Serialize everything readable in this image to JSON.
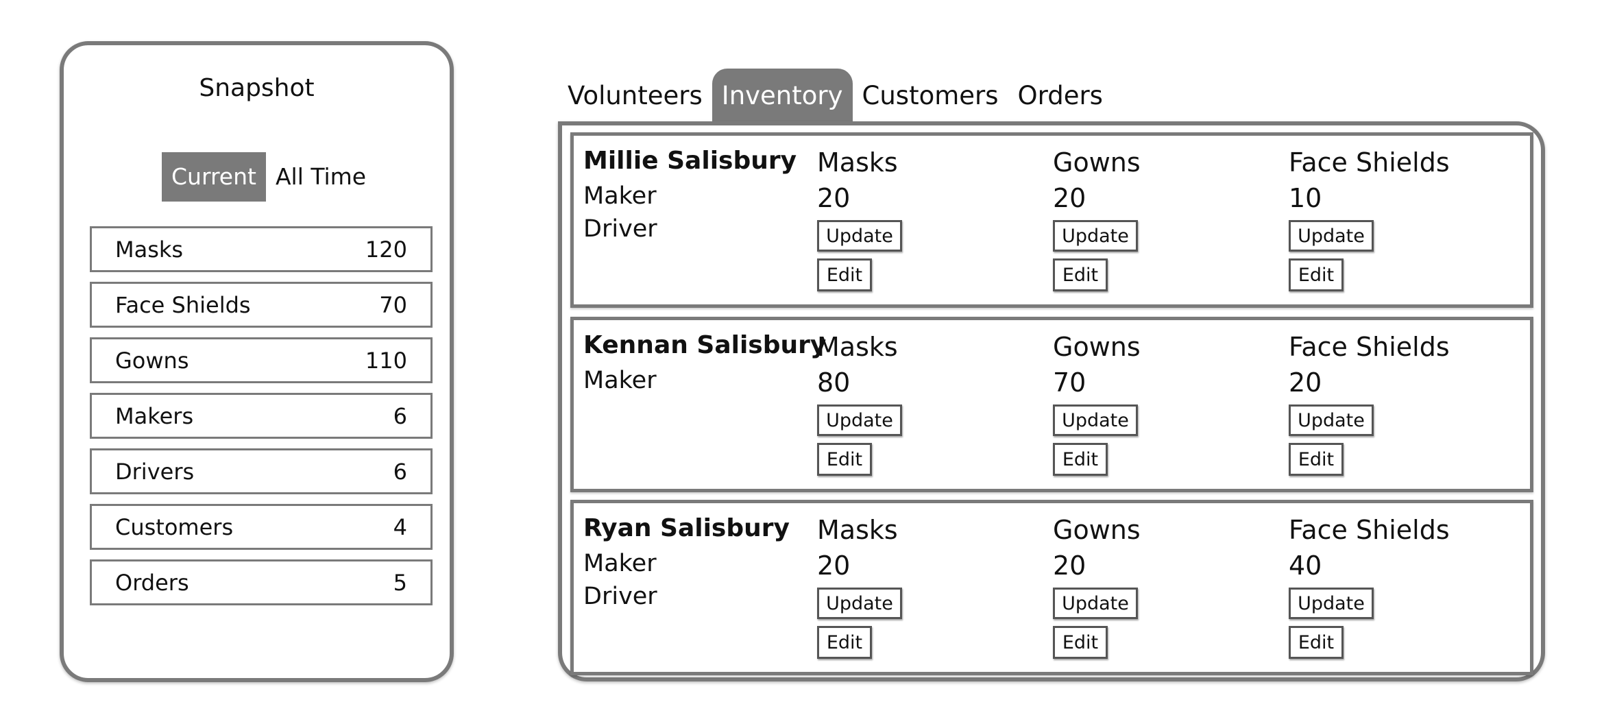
{
  "snapshot": {
    "title": "Snapshot",
    "toggle": [
      "Current",
      "All Time"
    ],
    "active_toggle": "Current",
    "rows": [
      {
        "label": "Masks",
        "value": "120"
      },
      {
        "label": "Face Shields",
        "value": "70"
      },
      {
        "label": "Gowns",
        "value": "110"
      },
      {
        "label": "Makers",
        "value": "6"
      },
      {
        "label": "Drivers",
        "value": "6"
      },
      {
        "label": "Customers",
        "value": "4"
      },
      {
        "label": "Orders",
        "value": "5"
      }
    ]
  },
  "tabs": [
    "Volunteers",
    "Inventory",
    "Customers",
    "Orders"
  ],
  "active_tab": "Inventory",
  "buttons": {
    "update": "Update",
    "edit": "Edit"
  },
  "people": [
    {
      "name": "Millie Salisbury",
      "roles": [
        "Maker",
        "Driver"
      ],
      "items": [
        {
          "name": "Masks",
          "qty": "20"
        },
        {
          "name": "Gowns",
          "qty": "20"
        },
        {
          "name": "Face Shields",
          "qty": "10"
        }
      ]
    },
    {
      "name": "Kennan Salisbury",
      "roles": [
        "Maker"
      ],
      "items": [
        {
          "name": "Masks",
          "qty": "80"
        },
        {
          "name": "Gowns",
          "qty": "70"
        },
        {
          "name": "Face Shields",
          "qty": "20"
        }
      ]
    },
    {
      "name": "Ryan Salisbury",
      "roles": [
        "Maker",
        "Driver"
      ],
      "items": [
        {
          "name": "Masks",
          "qty": "20"
        },
        {
          "name": "Gowns",
          "qty": "20"
        },
        {
          "name": "Face Shields",
          "qty": "40"
        }
      ]
    }
  ],
  "colors": {
    "accent_gray": "#7a7a7a",
    "border_dark": "#555555"
  }
}
